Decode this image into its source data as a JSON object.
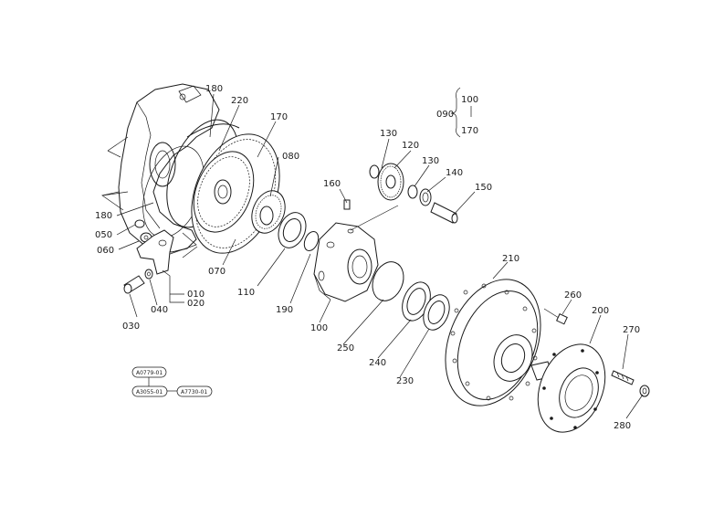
{
  "diagram": {
    "callouts": {
      "p010": "010",
      "p020": "020",
      "p030": "030",
      "p040": "040",
      "p050": "050",
      "p060": "060",
      "p070": "070",
      "p080": "080",
      "p090": "090",
      "p100_range": "100",
      "p170_range": "170",
      "p100": "100",
      "p110": "110",
      "p120": "120",
      "p130a": "130",
      "p130b": "130",
      "p140": "140",
      "p150": "150",
      "p160": "160",
      "p170": "170",
      "p180a": "180",
      "p180b": "180",
      "p190": "190",
      "p200": "200",
      "p210": "210",
      "p220": "220",
      "p230": "230",
      "p240": "240",
      "p250": "250",
      "p260": "260",
      "p270": "270",
      "p280": "280"
    },
    "reference_boxes": {
      "ref1": "A0779-01",
      "ref2": "A3055-01",
      "ref3": "A7730-01"
    }
  }
}
